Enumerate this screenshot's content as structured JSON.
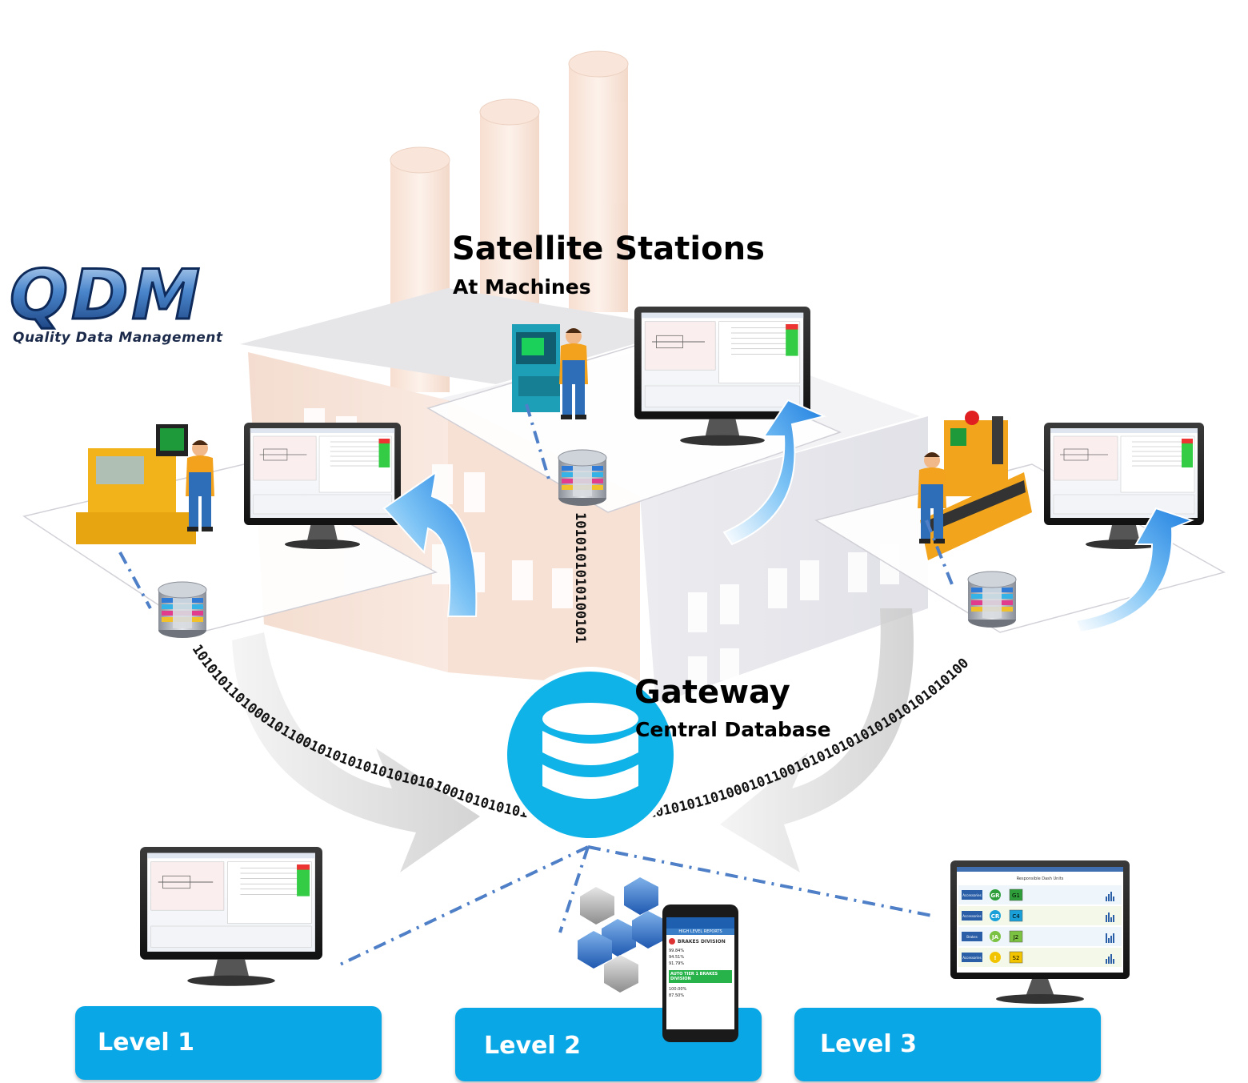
{
  "logo": {
    "letters": "QDM",
    "tagline": "Quality Data Management"
  },
  "satellite": {
    "title": "Satellite Stations",
    "subtitle": "At Machines"
  },
  "gateway": {
    "title": "Gateway",
    "subtitle": "Central Database"
  },
  "binary_streams": {
    "left": "101010110100010110010101010101010101001010101010",
    "center": "1010101010100101",
    "right": "1010101011010001011001010101010101010101010100"
  },
  "levels": [
    "Level 1",
    "Level 2",
    "Level 3"
  ],
  "phone": {
    "header": "HIGH LEVEL REPORTS",
    "division": "BRAKES DIVISION",
    "rows": [
      "99.84%",
      "94.51%",
      "91.79%"
    ],
    "banner": "AUTO TIER 1 BRAKES DIVISION",
    "rows2": [
      "100.00%",
      "87.50%"
    ]
  },
  "dashboard": {
    "title": "Responsible Dash Units",
    "badges": [
      {
        "tag": "Accessories",
        "code1": "GR",
        "code2": "G1",
        "color": "#2e9e3a"
      },
      {
        "tag": "Accessories",
        "code1": "CR",
        "code2": "C4",
        "color": "#1aa0d8"
      },
      {
        "tag": "Brakes",
        "code1": "JA",
        "code2": "J2",
        "color": "#7cc242"
      },
      {
        "tag": "Accessories",
        "code1": "!",
        "code2": "S2",
        "color": "#f2c400"
      }
    ]
  },
  "colors": {
    "accent": "#0aa7e6",
    "gateway": "#10b3e8",
    "arrow": "#3a9be8",
    "factory": "#f3e3d8"
  }
}
